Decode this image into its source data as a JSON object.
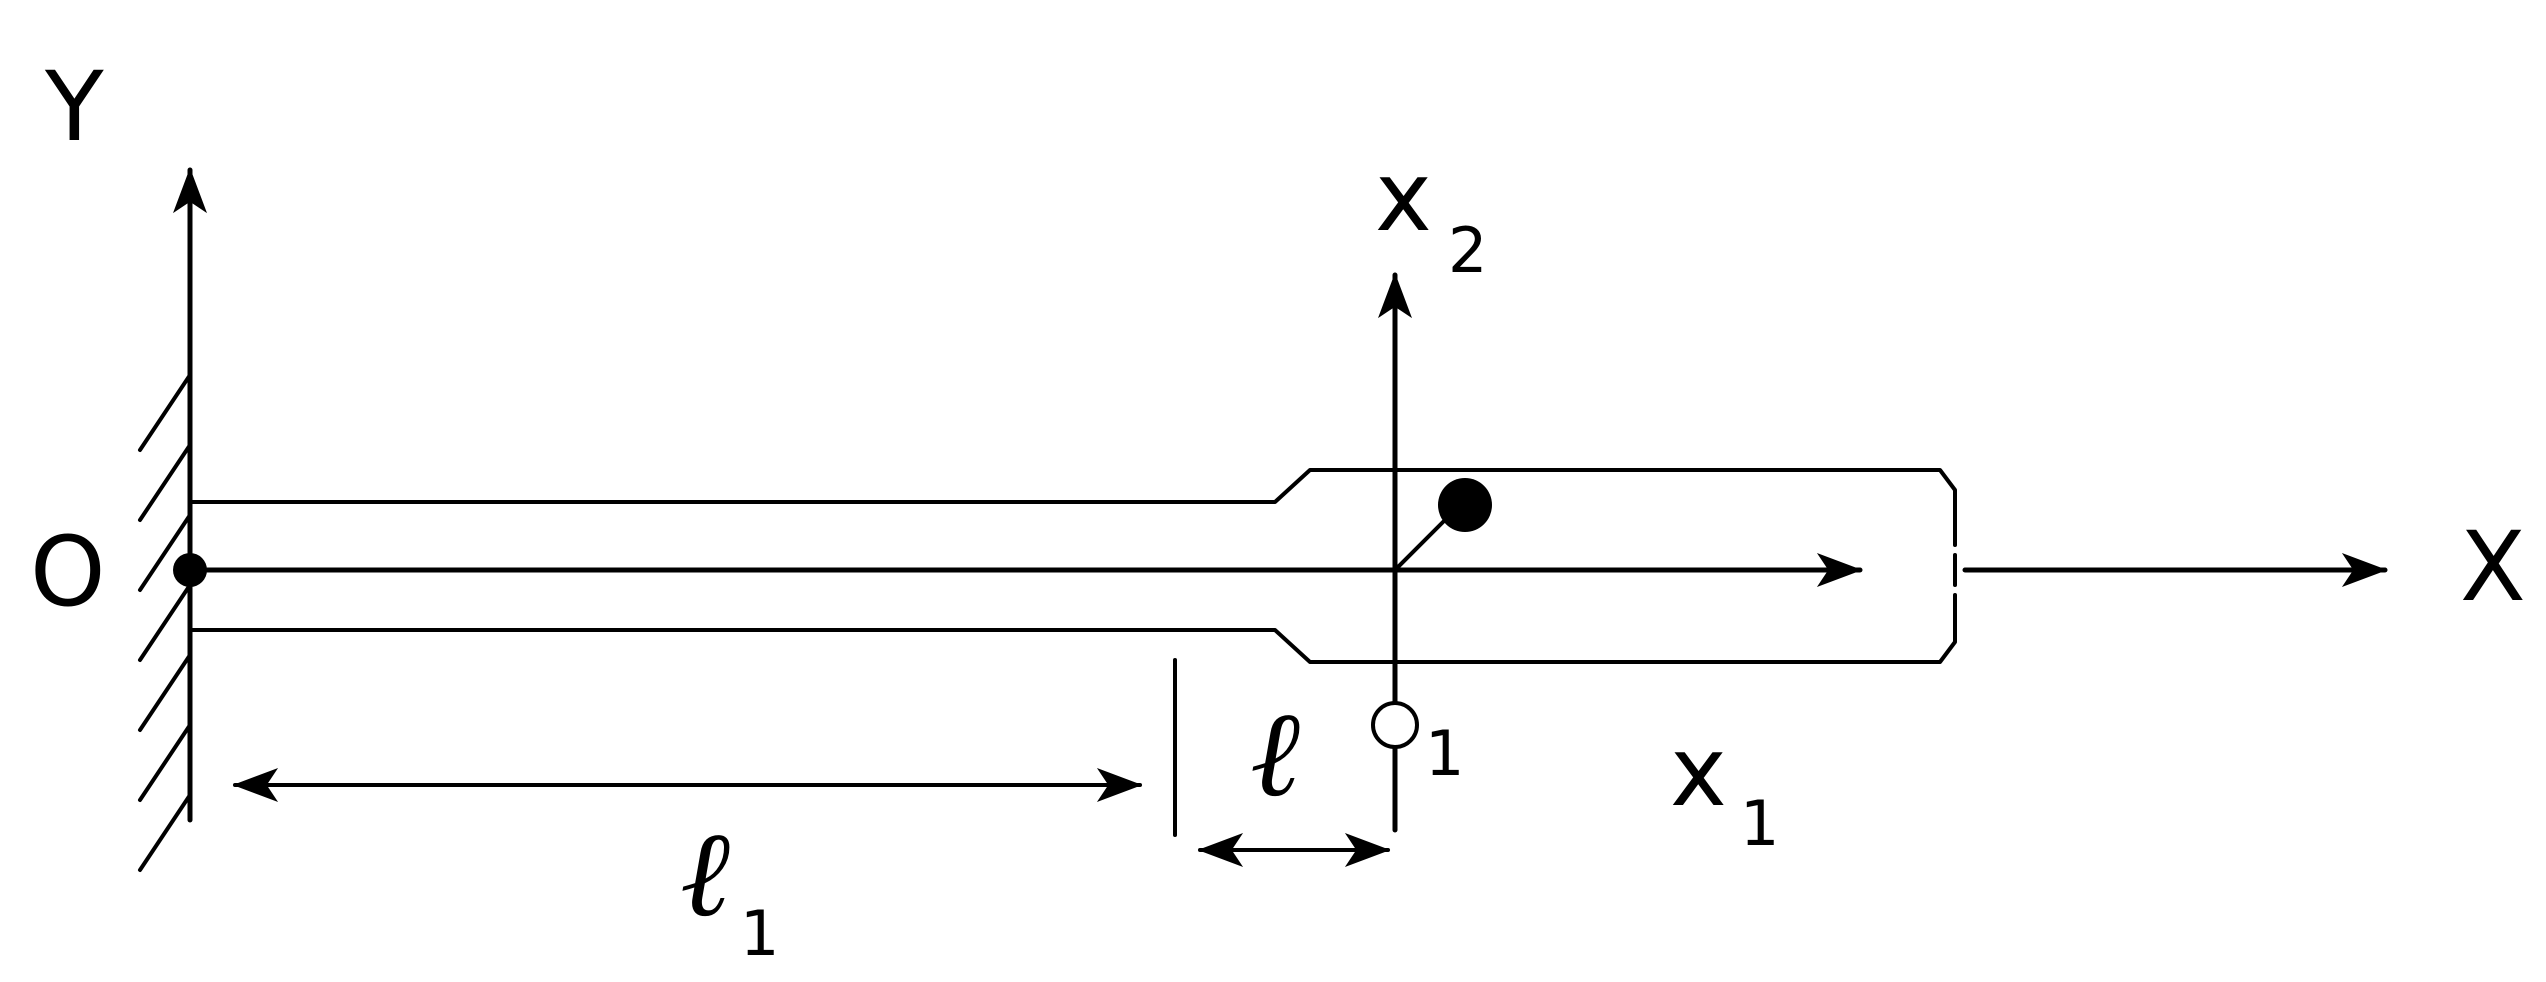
{
  "labels": {
    "global_y_axis": "Y",
    "global_x_axis": "X",
    "origin": "O",
    "local_x2_axis": "x",
    "local_x2_sub": "2",
    "local_x1_axis": "x",
    "local_x1_sub": "1",
    "local_origin": "O",
    "local_origin_sub": "1",
    "length_l1": "ℓ",
    "length_l1_sub": "1",
    "length_l": "ℓ"
  },
  "colors": {
    "stroke": "#000000",
    "background": "#ffffff"
  }
}
